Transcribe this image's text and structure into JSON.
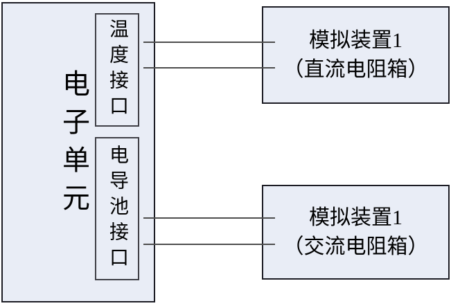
{
  "colors": {
    "background": "#ffffff",
    "box_fill": "#e9edf6",
    "outer_border": "#1c1c24",
    "inner_border": "#3f3f46",
    "connector_line": "#4d4d4d",
    "text": "#000000"
  },
  "electronic_unit": {
    "label": "电子单元"
  },
  "interfaces": [
    {
      "id": "temperature",
      "label": "温度接口"
    },
    {
      "id": "conductivity-cell",
      "label": "电导池接口"
    }
  ],
  "devices": [
    {
      "id": "dc",
      "line1": "模拟装置1",
      "line2": "（直流电阻箱）"
    },
    {
      "id": "ac",
      "line1": "模拟装置1",
      "line2": "（交流电阻箱）"
    }
  ]
}
